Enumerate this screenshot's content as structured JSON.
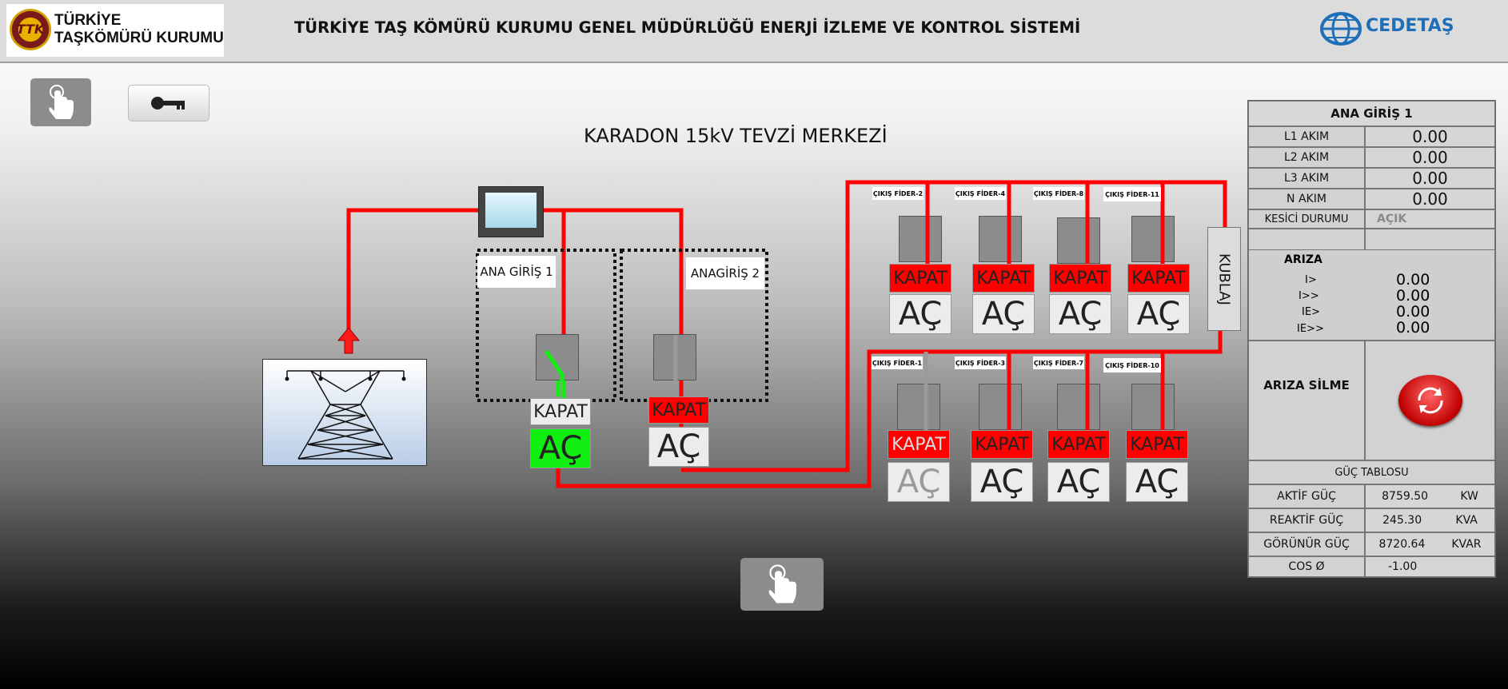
{
  "header": {
    "logo_line1": "TÜRKİYE",
    "logo_line2": "TAŞKÖMÜRÜ KURUMU",
    "logo_emblem": "TTK",
    "title": "TÜRKİYE TAŞ KÖMÜRÜ KURUMU GENEL MÜDÜRLÜĞÜ ENERJİ İZLEME VE KONTROL SİSTEMİ",
    "brand": "CEDETAŞ"
  },
  "page_title": "KARADON 15kV TEVZİ MERKEZİ",
  "incomers": [
    {
      "label": "ANA GİRİŞ 1",
      "close_label": "KAPAT",
      "open_label": "AÇ",
      "state": "closed"
    },
    {
      "label": "ANAGİRİŞ 2",
      "close_label": "KAPAT",
      "open_label": "AÇ",
      "state": "open"
    }
  ],
  "feeders_top": [
    {
      "label": "ÇIKIŞ FİDER-2",
      "close_label": "KAPAT",
      "open_label": "AÇ"
    },
    {
      "label": "ÇIKIŞ FİDER-4",
      "close_label": "KAPAT",
      "open_label": "AÇ"
    },
    {
      "label": "ÇIKIŞ FİDER-8",
      "close_label": "KAPAT",
      "open_label": "AÇ"
    },
    {
      "label": "ÇIKIŞ FİDER-11",
      "close_label": "KAPAT",
      "open_label": "AÇ"
    }
  ],
  "feeders_bottom": [
    {
      "label": "ÇIKIŞ FİDER-1",
      "close_label": "KAPAT",
      "open_label": "AÇ"
    },
    {
      "label": "ÇIKIŞ FİDER-3",
      "close_label": "KAPAT",
      "open_label": "AÇ"
    },
    {
      "label": "ÇIKIŞ FİDER-7",
      "close_label": "KAPAT",
      "open_label": "AÇ"
    },
    {
      "label": "ÇIKIŞ FİDER-10",
      "close_label": "KAPAT",
      "open_label": "AÇ"
    }
  ],
  "coupler_label": "KUBLAJ",
  "panel": {
    "title": "ANA GİRİŞ 1",
    "currents": [
      {
        "label": "L1 AKIM",
        "value": "0.00"
      },
      {
        "label": "L2 AKIM",
        "value": "0.00"
      },
      {
        "label": "L3 AKIM",
        "value": "0.00"
      },
      {
        "label": "N AKIM",
        "value": "0.00"
      }
    ],
    "breaker_status_label": "KESİCİ DURUMU",
    "breaker_status_value": "AÇIK",
    "fault_title": "ARIZA",
    "faults": [
      {
        "label": "I>",
        "value": "0.00"
      },
      {
        "label": "I>>",
        "value": "0.00"
      },
      {
        "label": "IE>",
        "value": "0.00"
      },
      {
        "label": "IE>>",
        "value": "0.00"
      }
    ],
    "fault_reset_label": "ARIZA SİLME",
    "power_table_title": "GÜÇ TABLOSU",
    "power": [
      {
        "label": "AKTİF GÜÇ",
        "value": "8759.50",
        "unit": "KW"
      },
      {
        "label": "REAKTİF GÜÇ",
        "value": "245.30",
        "unit": "KVA"
      },
      {
        "label": "GÖRÜNÜR GÜÇ",
        "value": "8720.64",
        "unit": "KVAR"
      },
      {
        "label": "COS Ø",
        "value": "-1.00",
        "unit": ""
      }
    ]
  },
  "colors": {
    "live": "#ff0000",
    "closed": "#11ee11",
    "dead": "#9a9a9a"
  },
  "icons": [
    "hand-pointer-icon",
    "key-icon",
    "tower-icon",
    "arrow-up-icon",
    "reset-icon",
    "meter-icon"
  ]
}
